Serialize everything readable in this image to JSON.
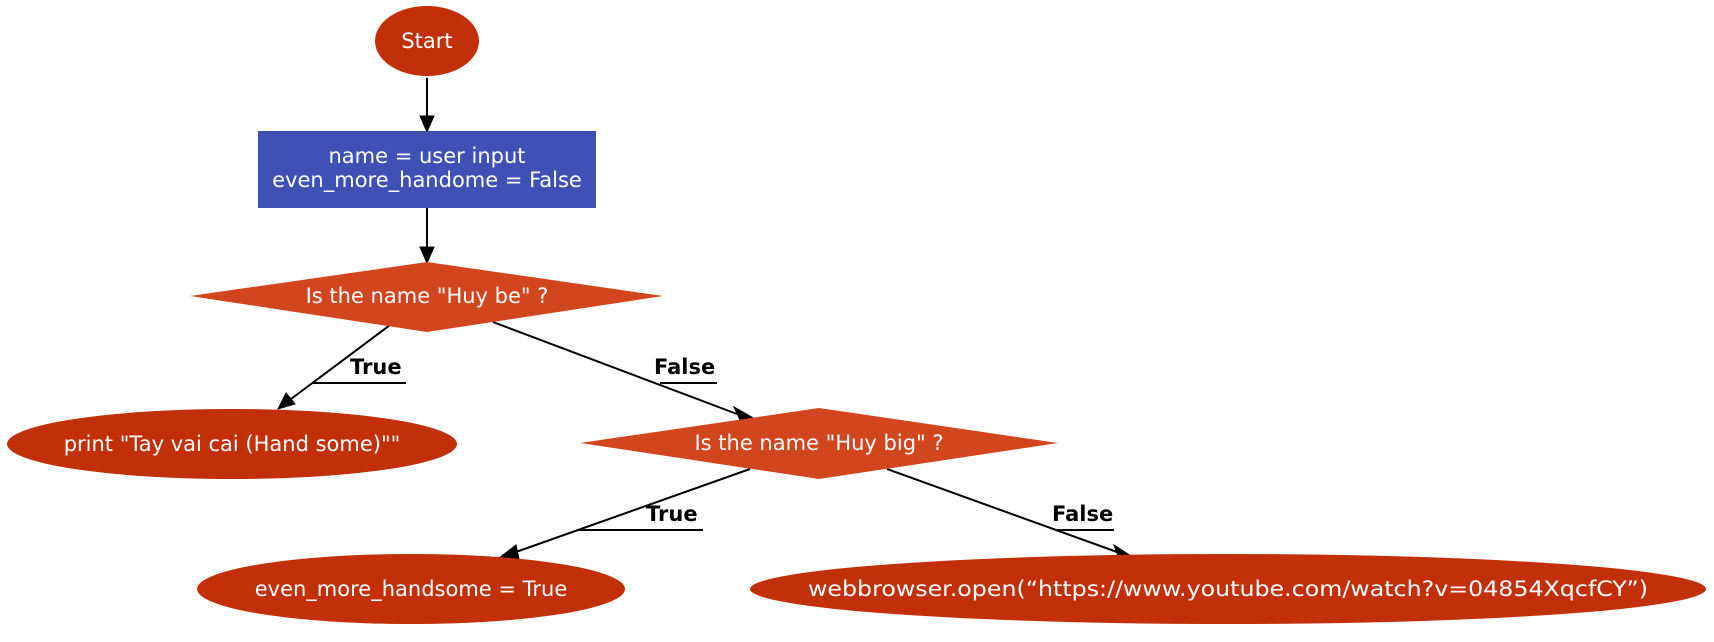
{
  "colors": {
    "terminal": "#c2300a",
    "process": "#3f51b5",
    "decision": "#d2461f",
    "text": "#ffffff",
    "edge": "#000000"
  },
  "nodes": {
    "start": {
      "label": "Start"
    },
    "init": {
      "lines": [
        "name = user input",
        "even_more_handome = False"
      ]
    },
    "decision_1": {
      "label": "Is the name \"Huy be\" ?"
    },
    "print_handsome": {
      "label": "print \"Tay vai cai (Hand some)\"\""
    },
    "decision_2": {
      "label": "Is the name \"Huy big\" ?"
    },
    "set_handsome": {
      "label": "even_more_handsome = True"
    },
    "open_browser": {
      "label": "webbrowser.open(“https://www.youtube.com/watch?v=04854XqcfCY”)"
    }
  },
  "edges": {
    "d1_true": {
      "label": "True"
    },
    "d1_false": {
      "label": "False"
    },
    "d2_true": {
      "label": "True"
    },
    "d2_false": {
      "label": "False"
    }
  }
}
